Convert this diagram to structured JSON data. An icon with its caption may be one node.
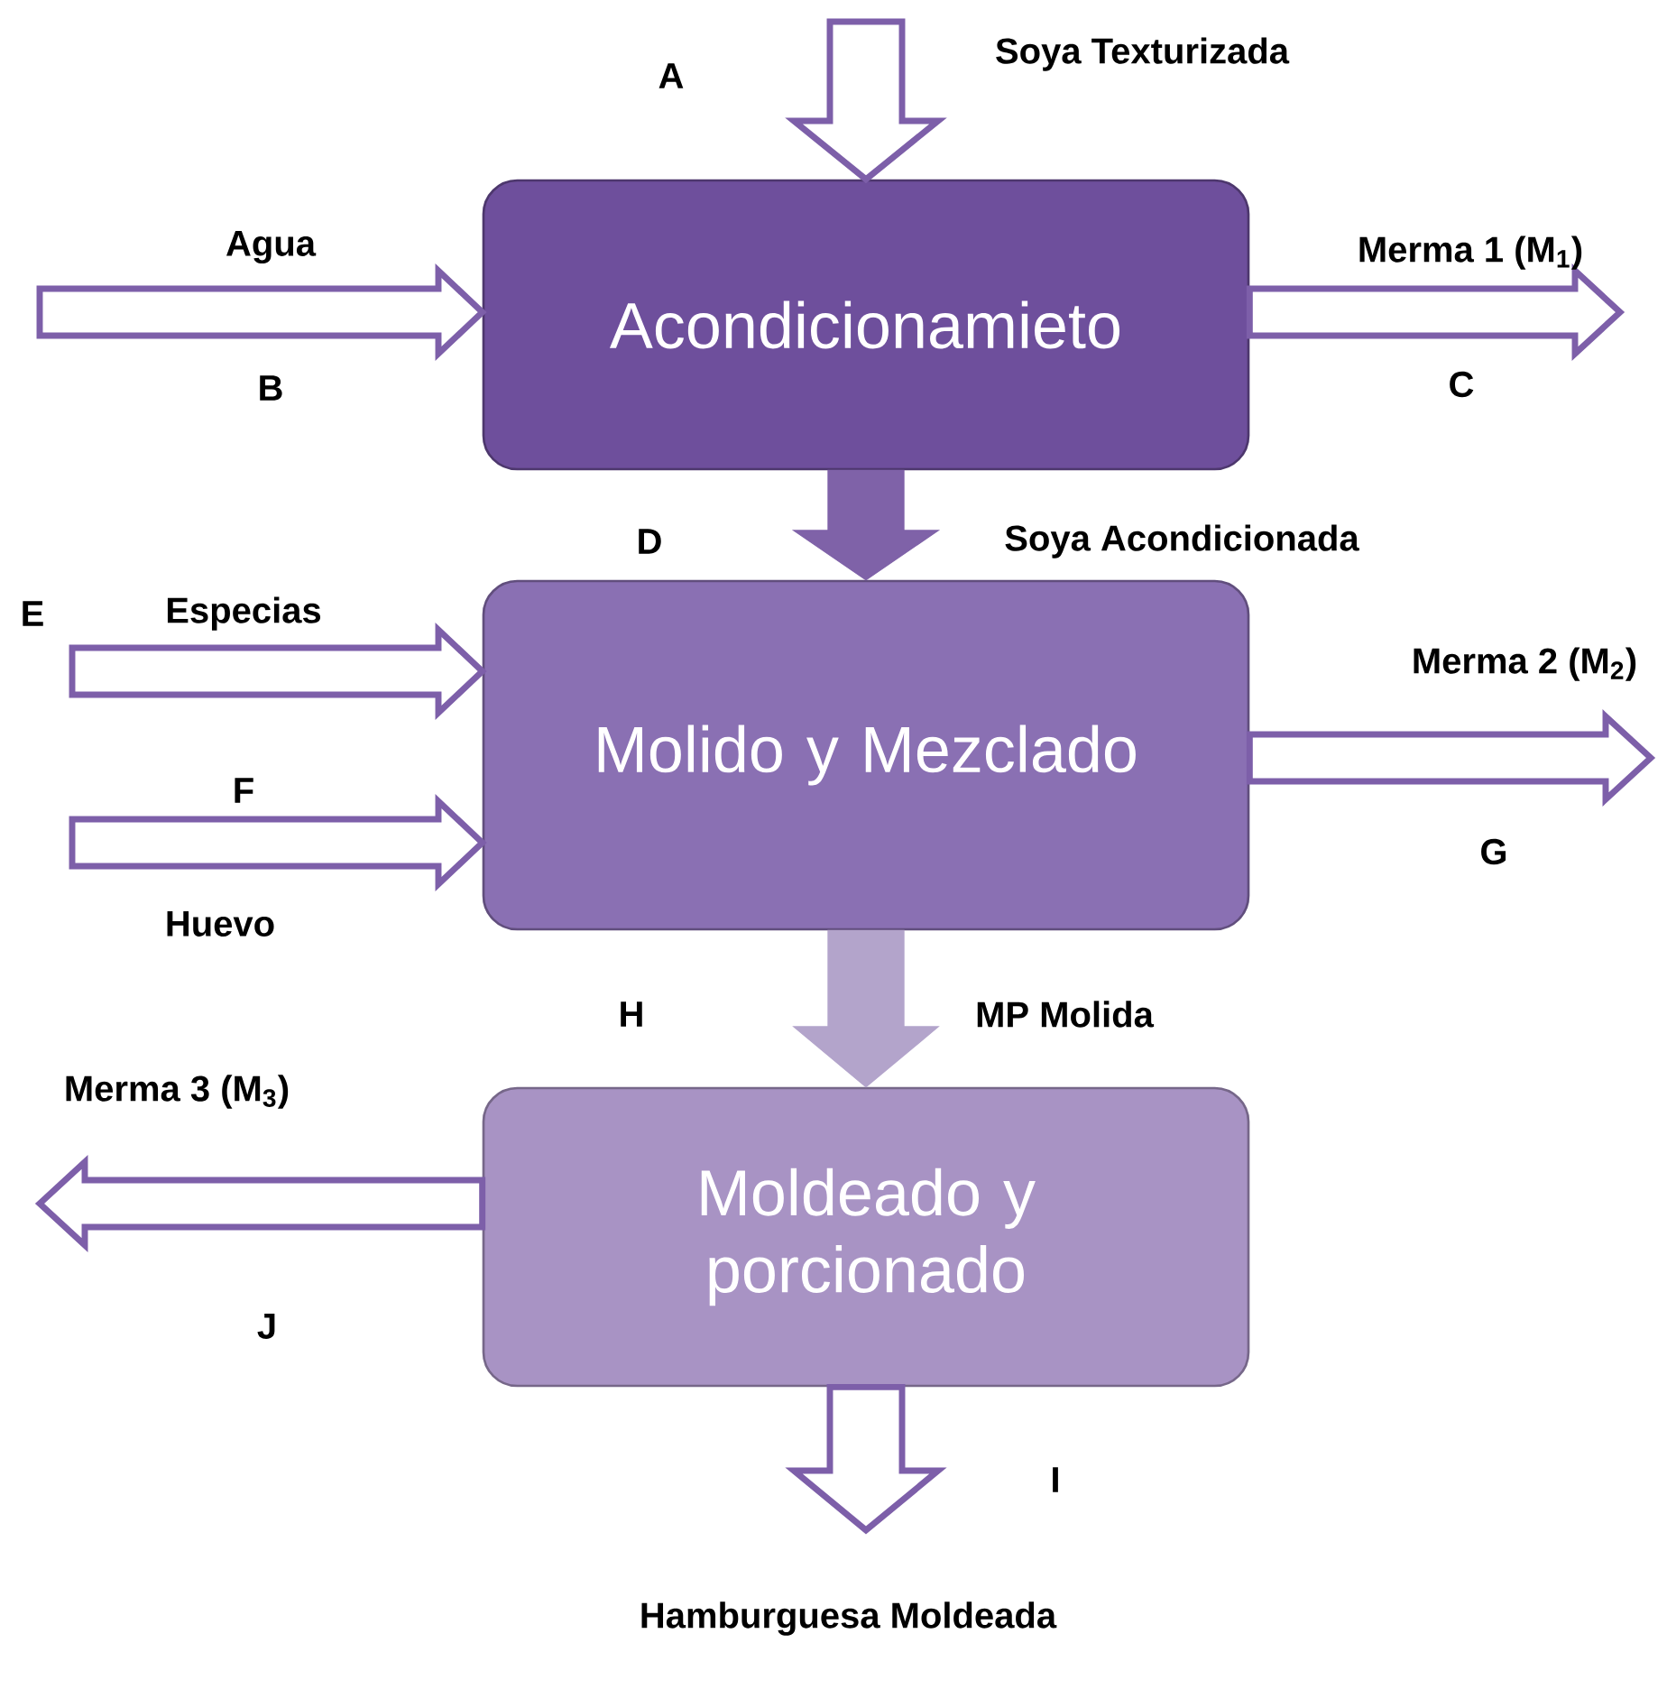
{
  "diagram": {
    "nodes": [
      {
        "text": [
          "Acondicionamieto"
        ]
      },
      {
        "text": [
          "Molido y Mezclado"
        ]
      },
      {
        "text": [
          "Moldeado y porcionado"
        ]
      }
    ],
    "edges": [
      {
        "from": null,
        "to": 0,
        "arrow": "to",
        "label": "Soya Texturizada"
      },
      {
        "from": null,
        "to": 0,
        "arrow": "to",
        "label": "Agua"
      },
      {
        "from": 0,
        "to": null,
        "arrow": "to",
        "label": "Merma 1 (M$_{1}$)"
      },
      {
        "from": 0,
        "to": 1,
        "arrow": "to",
        "label": "Soya Acondicionada",
        "color": "#7f62a8"
      },
      {
        "from": null,
        "to": 1,
        "arrow": "to",
        "label": "Especias"
      },
      {
        "from": null,
        "to": 1,
        "arrow": "to",
        "label": "Huevo"
      },
      {
        "from": 1,
        "to": null,
        "arrow": "to",
        "label": "Merma 2 (M$_{2}$)"
      },
      {
        "from": 1,
        "to": 2,
        "arrow": "to",
        "label": "MP Molida",
        "color": "#b3a4cb"
      },
      {
        "from": 2,
        "to": null,
        "arrow": "to",
        "label": "Merma 3 (M$_{3}$)"
      },
      {
        "from": 2,
        "to": null,
        "arrow": "to",
        "label": "Hamburguesa Moldeada"
      }
    ],
    "labels": [
      "A",
      "B",
      "C",
      "D",
      "E",
      "F",
      "G",
      "H",
      "J",
      "I"
    ]
  }
}
